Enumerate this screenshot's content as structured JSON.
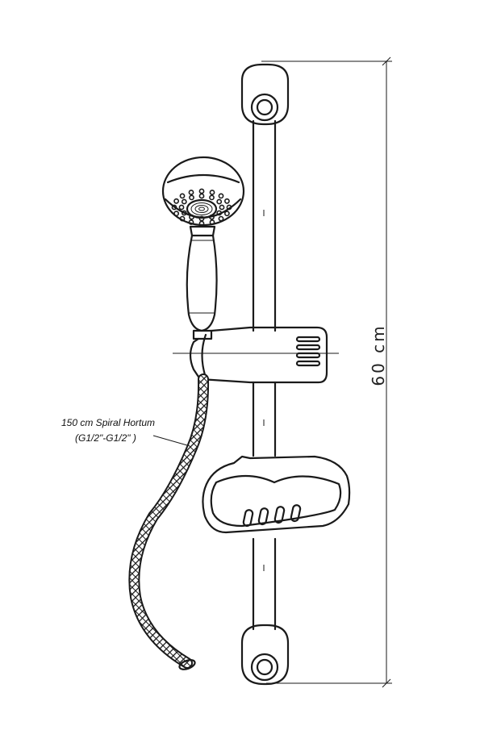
{
  "hose_label": {
    "line1": "150 cm Spiral Hortum",
    "line2": "(G1/2\"-G1/2\" )"
  },
  "dimension_label": "60 cm",
  "colors": {
    "line": "#1a1a1a",
    "background": "#ffffff"
  }
}
